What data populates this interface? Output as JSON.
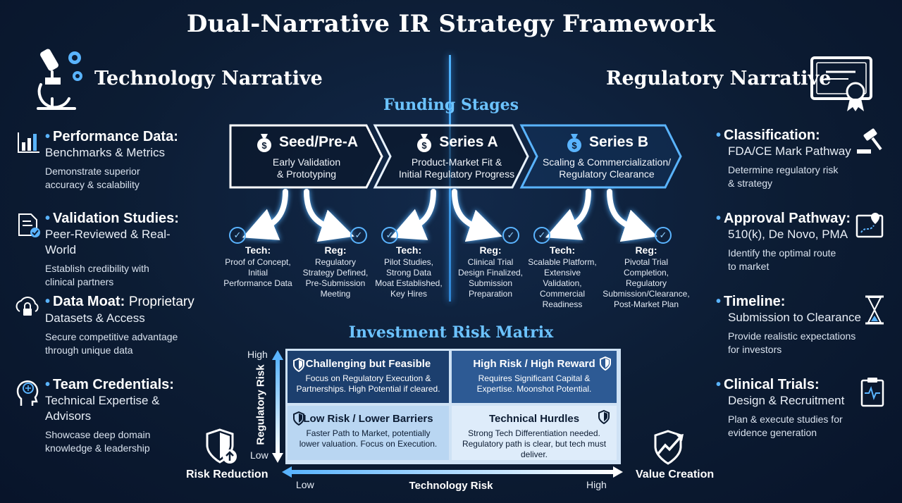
{
  "title": "Dual-Narrative IR Strategy Framework",
  "technology_narrative": {
    "heading": "Technology Narrative",
    "items": [
      {
        "title": "Performance Data:",
        "subtitle": "Benchmarks & Metrics",
        "desc": [
          "Demonstrate superior",
          "accuracy & scalability"
        ],
        "icon": "bar-chart-icon"
      },
      {
        "title": "Validation Studies:",
        "subtitle": "Peer-Reviewed & Real-World",
        "desc": [
          "Establish credibility with",
          "clinical partners"
        ],
        "icon": "document-check-icon"
      },
      {
        "title": "Data Moat:",
        "title_rest": "Proprietary",
        "subtitle": "Datasets & Access",
        "desc": [
          "Secure competitive advantage",
          "through unique data"
        ],
        "icon": "cloud-lock-icon"
      },
      {
        "title": "Team Credentials:",
        "subtitle": "Technical Expertise & Advisors",
        "desc": [
          "Showcase deep domain",
          "knowledge & leadership"
        ],
        "icon": "head-brain-icon"
      }
    ]
  },
  "regulatory_narrative": {
    "heading": "Regulatory Narrative",
    "items": [
      {
        "title": "Classification:",
        "subtitle": "FDA/CE Mark Pathway",
        "desc": [
          "Determine regulatory risk",
          "& strategy"
        ],
        "icon": "gavel-icon"
      },
      {
        "title": "Approval Pathway:",
        "subtitle": "510(k), De Novo, PMA",
        "desc": [
          "Identify the optimal route",
          "to market"
        ],
        "icon": "map-pin-icon"
      },
      {
        "title": "Timeline:",
        "subtitle": "Submission to Clearance",
        "desc": [
          "Provide realistic expectations",
          "for investors"
        ],
        "icon": "hourglass-icon"
      },
      {
        "title": "Clinical Trials:",
        "subtitle": "Design & Recruitment",
        "desc": [
          "Plan & execute studies for",
          "evidence generation"
        ],
        "icon": "clipboard-pulse-icon"
      }
    ]
  },
  "funding_stages": {
    "heading": "Funding Stages",
    "stages": [
      {
        "name": "Seed/Pre-A",
        "desc": [
          "Early Validation",
          "& Prototyping"
        ],
        "tech": {
          "label": "Tech:",
          "lines": [
            "Proof of Concept,",
            "Initial",
            "Performance Data"
          ]
        },
        "reg": {
          "label": "Reg:",
          "lines": [
            "Regulatory",
            "Strategy Defined,",
            "Pre-Submission",
            "Meeting"
          ]
        }
      },
      {
        "name": "Series A",
        "desc": [
          "Product-Market Fit &",
          "Initial Regulatory Progress"
        ],
        "tech": {
          "label": "Tech:",
          "lines": [
            "Pilot Studies,",
            "Strong Data",
            "Moat Established,",
            "Key Hires"
          ]
        },
        "reg": {
          "label": "Reg:",
          "lines": [
            "Clinical Trial",
            "Design Finalized,",
            "Submission",
            "Preparation"
          ]
        }
      },
      {
        "name": "Series B",
        "desc": [
          "Scaling & Commercialization/",
          "Regulatory Clearance"
        ],
        "tech": {
          "label": "Tech:",
          "lines": [
            "Scalable Platform,",
            "Extensive",
            "Validation,",
            "Commercial",
            "Readiness"
          ]
        },
        "reg": {
          "label": "Reg:",
          "lines": [
            "Pivotal Trial",
            "Completion,",
            "Regulatory",
            "Submission/Clearance,",
            "Post-Market Plan"
          ]
        }
      }
    ]
  },
  "risk_matrix": {
    "heading": "Investment Risk Matrix",
    "y_axis": {
      "label": "Regulatory Risk",
      "high": "High",
      "low": "Low"
    },
    "x_axis": {
      "label": "Technology Risk",
      "low": "Low",
      "high": "High"
    },
    "quadrants": {
      "top_left": {
        "title": "Challenging but Feasible",
        "desc": [
          "Focus on Regulatory Execution &",
          "Partnerships. High Potential if cleared."
        ]
      },
      "top_right": {
        "title": "High Risk / High Reward",
        "desc": [
          "Requires Significant Capital &",
          "Expertise. Moonshot Potential."
        ]
      },
      "bottom_left": {
        "title": "Low Risk / Lower Barriers",
        "desc": [
          "Faster Path to Market, potentially",
          "lower valuation. Focus on Execution."
        ]
      },
      "bottom_right": {
        "title": "Technical Hurdles",
        "desc": [
          "Strong Tech Differentiation needed.",
          "Regulatory path is clear, but tech must deliver."
        ]
      }
    },
    "left_callout": "Risk Reduction",
    "right_callout": "Value Creation"
  }
}
